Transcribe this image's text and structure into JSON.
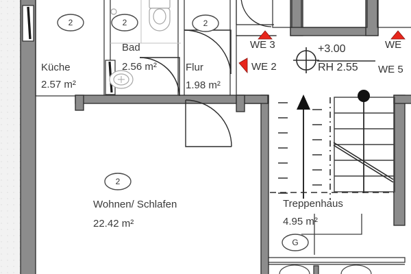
{
  "drawing": {
    "type": "architectural-floor-plan",
    "colors": {
      "exterior_wall_fill": "#8c8c8c",
      "interior_wall_fill": "#8c8c8c",
      "line": "#2b2b2b",
      "thin_line": "#555555",
      "fixture_line": "#a6a6a6",
      "room_fill": "#ffffff",
      "outside_background": "#f2f2f2",
      "marker_red": "#e8261c",
      "text": "#3a3a3a"
    }
  },
  "rooms": [
    {
      "id": "kueche",
      "badge": "2",
      "name": "Küche",
      "area": "2.57 m²"
    },
    {
      "id": "bad",
      "badge": "2",
      "name": "Bad",
      "area": "2.56 m²"
    },
    {
      "id": "flur",
      "badge": "2",
      "name": "Flur",
      "area": "1.98 m²"
    },
    {
      "id": "wohnen",
      "badge": "2",
      "name": "Wohnen/ Schlafen",
      "area": "22.42 m²"
    },
    {
      "id": "treppenhaus",
      "badge": "G",
      "name": "Treppenhaus",
      "area": "4.95 m²"
    }
  ],
  "unit_markers": [
    {
      "id": "we3",
      "label": "WE  3",
      "marker": "triangle-up",
      "marker_color": "#e8261c"
    },
    {
      "id": "we2",
      "label": "WE  2",
      "marker": "triangle-left",
      "marker_color": "#e8261c"
    },
    {
      "id": "we_top_right",
      "label": "WE",
      "marker": "triangle-up",
      "marker_color": "#e8261c"
    },
    {
      "id": "we5",
      "label": "WE  5",
      "marker": "none",
      "marker_color": "#e8261c"
    }
  ],
  "elevation": {
    "symbol": "level-datum-crosshair",
    "height_label": "+3.00",
    "room_height_label": "RH 2.55"
  },
  "stair": {
    "label": "Treppenhaus",
    "direction_arrow": "up",
    "tread_count": 6,
    "newel_post": "filled-circle",
    "break_line": "dash-dot"
  },
  "fixtures": [
    {
      "id": "toilet",
      "room": "bad",
      "name": "wc-fixture"
    },
    {
      "id": "basin",
      "room": "bad",
      "name": "washbasin-fixture"
    }
  ],
  "openings": [
    {
      "id": "window-kueche-west",
      "type": "window"
    },
    {
      "id": "window-bad-west",
      "type": "window"
    },
    {
      "id": "door-bad",
      "type": "door-swing"
    },
    {
      "id": "door-flur-top",
      "type": "door-swing"
    },
    {
      "id": "door-flur-wohnen",
      "type": "door-swing"
    }
  ]
}
